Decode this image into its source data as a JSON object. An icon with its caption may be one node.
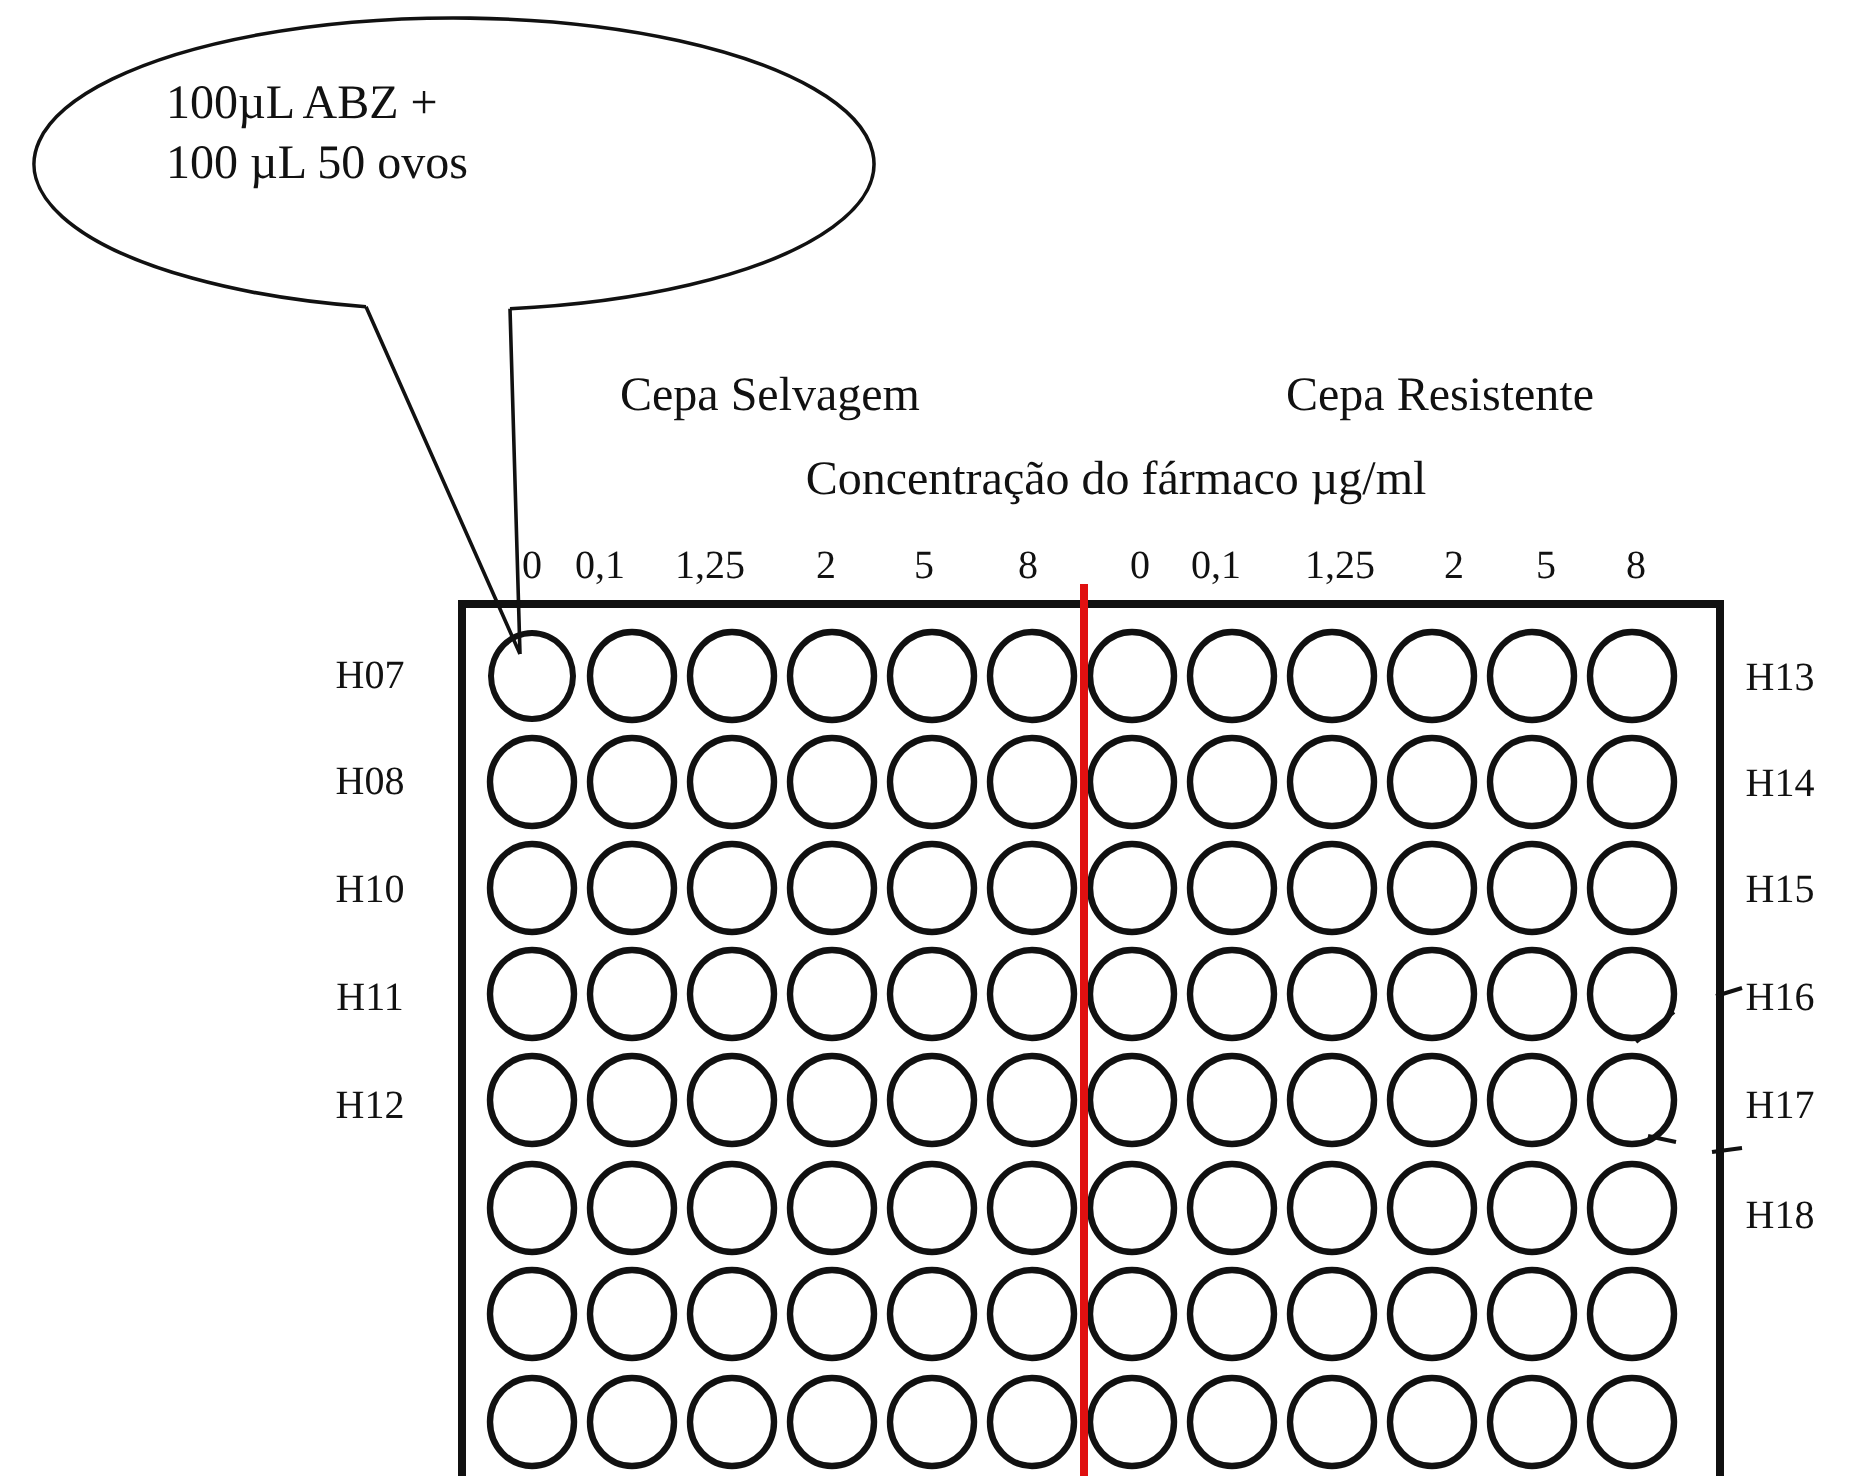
{
  "diagram": {
    "nodes": [
      {
        "text": [
          "100µL ABZ + 100 µL 50 ovos"
        ]
      },
      {
        "text": [],
        "shape": "circle"
      }
    ],
    "edges": [
      {
        "from": 0,
        "to": 1,
        "arrow": "none"
      }
    ],
    "labels": [
      "Cepa Selvagem",
      "Cepa Resistente",
      "Concentração do fármaco µg/ml",
      "0",
      "0,1",
      "1,25",
      "2",
      "5",
      "8",
      "0",
      "0,1",
      "1,25",
      "2",
      "5",
      "8",
      "H07",
      "H13",
      "H08",
      "H14",
      "H10",
      "H15",
      "H11",
      "H16",
      "H12",
      "H17",
      "H18"
    ]
  }
}
